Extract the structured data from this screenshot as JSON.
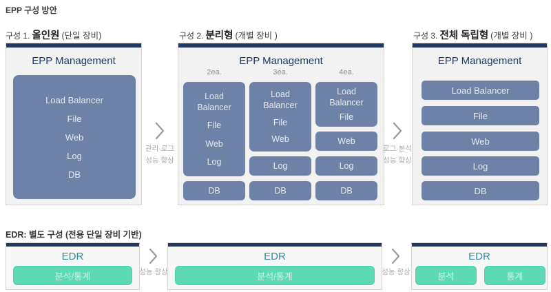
{
  "page_title": "EPP 구성 방안",
  "colors": {
    "navy_bar": "#203a61",
    "panel_bg": "#f2f2f2",
    "component_blue": "#6d82a6",
    "epp_title_navy": "#1f3864",
    "edr_teal_box": "#5ed9b5",
    "edr_title_teal": "#2f8b9e",
    "caption_gray": "#acacac"
  },
  "epp": {
    "management_label": "EPP Management",
    "config1": {
      "prefix": "구성 1.",
      "name": "올인원",
      "suffix": "(단일 장비)",
      "stack": [
        "Load Balancer",
        "File",
        "Web",
        "Log",
        "DB"
      ]
    },
    "config2": {
      "prefix": "구성 2.",
      "name": "분리형",
      "suffix": "(개별 장비 )",
      "columns": [
        {
          "label": "2ea.",
          "grouped": [
            "Load Balancer",
            "File",
            "Web",
            "Log"
          ],
          "separate": [
            "DB"
          ]
        },
        {
          "label": "3ea.",
          "grouped": [
            "Load Balancer",
            "File",
            "Web"
          ],
          "separate": [
            "Log",
            "DB"
          ]
        },
        {
          "label": "4ea.",
          "grouped": [
            "Load Balancer",
            "File"
          ],
          "separate": [
            "Web",
            "Log",
            "DB"
          ]
        }
      ]
    },
    "config3": {
      "prefix": "구성 3.",
      "name": "전체 독립형",
      "suffix": "(개별 장비 )",
      "boxes": [
        "Load Balancer",
        "File",
        "Web",
        "Log",
        "DB"
      ]
    },
    "arrow1": {
      "line1": "관리·로그",
      "line2": "성능 향상"
    },
    "arrow2": {
      "line1": "로그·분석",
      "line2": "성능 향상"
    }
  },
  "edr": {
    "heading": "EDR: 별도 구성 (전용 단일 장비 기반)",
    "title": "EDR",
    "panel1_boxes": [
      "분석/통계"
    ],
    "panel2_boxes": [
      "분석/통계"
    ],
    "panel3_boxes": [
      "분석",
      "통계"
    ],
    "arrow1": {
      "caption": "성능 향상"
    },
    "arrow2": {
      "caption": "성능 향상"
    }
  }
}
